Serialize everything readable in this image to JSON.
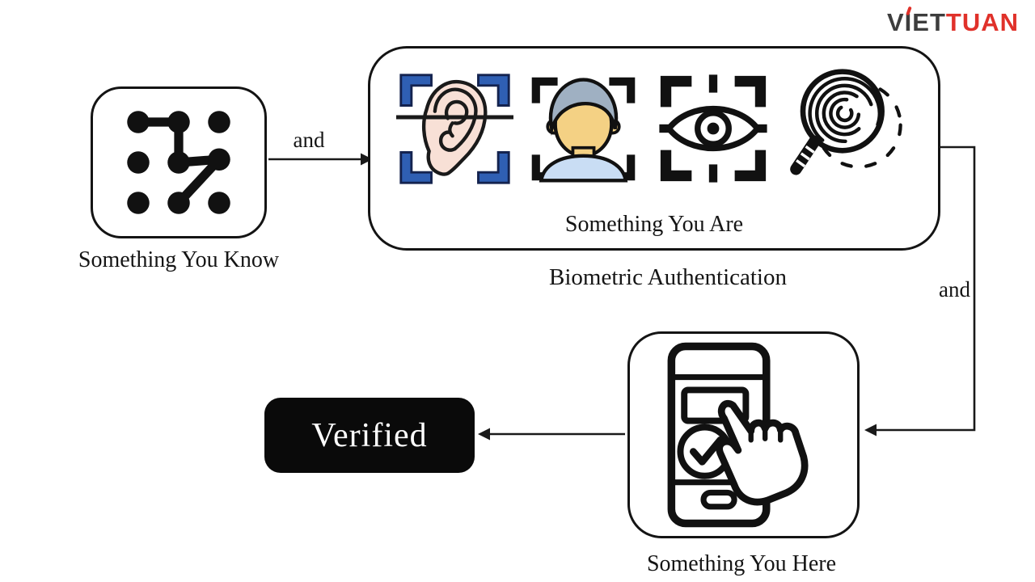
{
  "logo": {
    "left": "VIET",
    "right": "TUAN"
  },
  "labels": {
    "know": "Something You Know",
    "are": "Something You Are",
    "biometric": "Biometric Authentication",
    "here": "Something You Here",
    "verified": "Verified",
    "and_left": "and",
    "and_right": "and"
  },
  "colors": {
    "logo_dark": "#3d3d3d",
    "logo_red": "#e0312a",
    "line": "#1a1a1a",
    "bracket_blue": "#2f5fb3",
    "bracket_navy": "#14234f",
    "ear_skin": "#f8e0d6",
    "hair_gray": "#9fb0c2",
    "face_skin": "#f4d184",
    "shirt_blue": "#c9ddf4",
    "verified_bg": "#0a0a0a",
    "verified_text": "#ffffff"
  },
  "icons": {
    "pattern_lock": "pattern-lock-icon",
    "ear_scan": "ear-scan-icon",
    "face_scan": "face-scan-icon",
    "eye_scan": "eye-scan-icon",
    "fingerprint": "fingerprint-magnifier-icon",
    "phone_tap": "phone-tap-icon"
  }
}
